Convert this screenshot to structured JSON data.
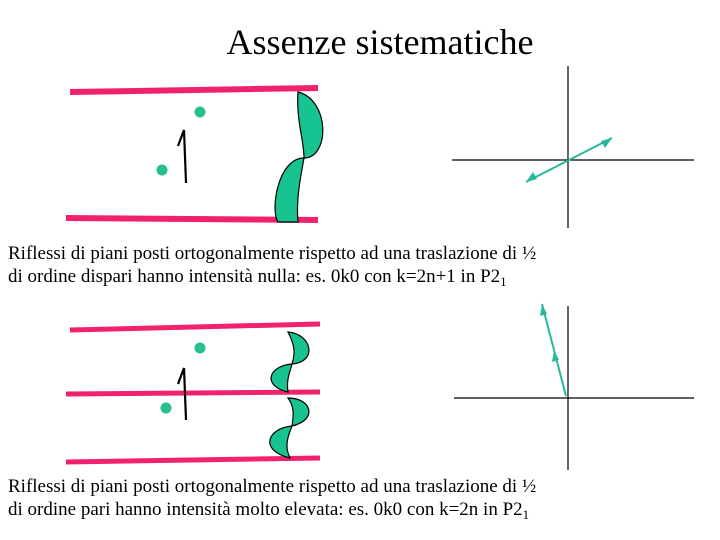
{
  "title": "Assenze sistematiche",
  "caption_odd": {
    "line1": "Riflessi di piani posti ortogonalmente rispetto ad una traslazione di ½",
    "line2_text": "di ordine dispari  hanno intensità nulla: es. 0k0 con k=2n+1 in P2",
    "line2_sub": "1"
  },
  "caption_even": {
    "line1": "Riflessi di piani posti ortogonalmente rispetto ad una traslazione di ½",
    "line2_text": "di ordine pari  hanno intensità molto elevata: es. 0k0 con k=2n in P2",
    "line2_sub": "1"
  },
  "colors": {
    "plane": "#f0226e",
    "atom": "#27c08a",
    "wave_fill": "#18c392",
    "arrow": "#26b89b",
    "line": "#000000"
  }
}
